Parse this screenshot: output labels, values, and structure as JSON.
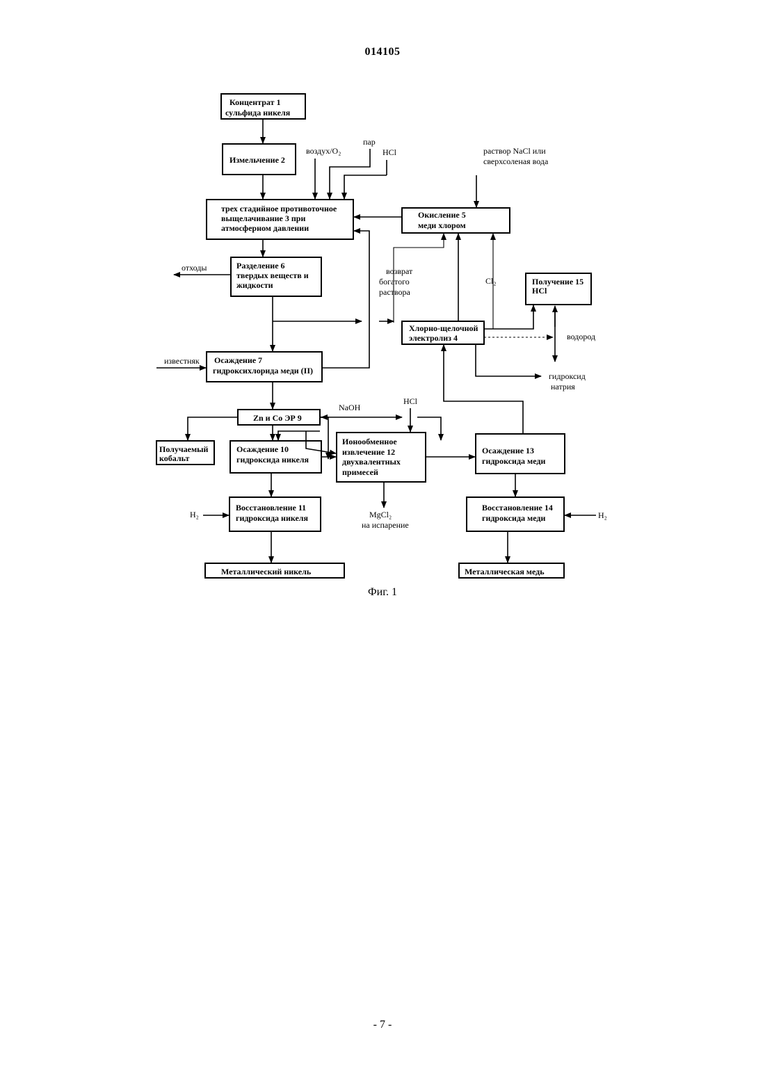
{
  "header": {
    "doc_number": "014105"
  },
  "footer": {
    "page_number": "- 7 -"
  },
  "figure": {
    "caption": "Фиг. 1"
  },
  "boxes": {
    "concentrate": [
      "Концентрат 1",
      "сульфида никеля"
    ],
    "grinding": [
      "Измельчение 2"
    ],
    "leaching": [
      "трех стадийное противоточное",
      "выщелачивание 3 при",
      "атмосферном давлении"
    ],
    "oxidation": [
      "Окисление 5",
      "меди хлором"
    ],
    "separation": [
      "Разделение 6",
      "твердых веществ и",
      "жидкости"
    ],
    "hcl_production": [
      "Получение 15",
      "HCl"
    ],
    "electrolysis": [
      "Хлорно-щелочной",
      "электролиз 4"
    ],
    "precipitation7": [
      "Осаждение 7",
      "гидроксихлорида меди (II)"
    ],
    "zn_co": [
      "Zn и Co ЭР 9"
    ],
    "cobalt": [
      "Получаемый",
      "кобальт"
    ],
    "precipitation10": [
      "Осаждение 10",
      "гидроксида никеля"
    ],
    "ion_exchange": [
      "Ионообменное",
      "извлечение 12",
      "двухвалентных",
      "примесей"
    ],
    "precipitation13": [
      "Осаждение 13",
      "гидроксида меди"
    ],
    "reduction11": [
      "Восстановление 11",
      "гидроксида никеля"
    ],
    "reduction14": [
      "Восстановление 14",
      "гидроксида меди"
    ],
    "nickel_metal": [
      "Металлический никель"
    ],
    "copper_metal": [
      "Металлическая медь"
    ]
  },
  "labels": {
    "air_o2": "воздух/O₂",
    "steam": "пар",
    "hcl_top": "HCl",
    "nacl": [
      "раствор NaCl или",
      "сверхсоленая вода"
    ],
    "waste": "отходы",
    "return_solution": [
      "возврат",
      "богатого",
      "раствора"
    ],
    "cl2": "Cl₂",
    "hydrogen": "водород",
    "limestone": "известняк",
    "sodium_hydroxide": [
      "гидроксид",
      "натрия"
    ],
    "naoh": "NaOH",
    "hcl_mid": "HCl",
    "h2_left": "H₂",
    "mgcl2": [
      "MgCl₂",
      "на испарение"
    ],
    "h2_right": "H₂"
  }
}
